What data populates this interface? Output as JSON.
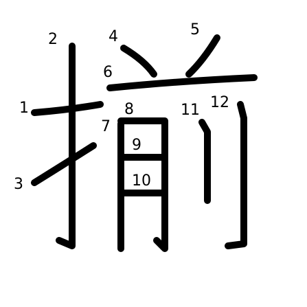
{
  "character": "揃",
  "colors": {
    "stroke": "#000000",
    "background": "#ffffff",
    "label": "#000000"
  },
  "stroke_numbers": [
    "1",
    "2",
    "3",
    "4",
    "5",
    "6",
    "7",
    "8",
    "9",
    "10",
    "11",
    "12"
  ]
}
